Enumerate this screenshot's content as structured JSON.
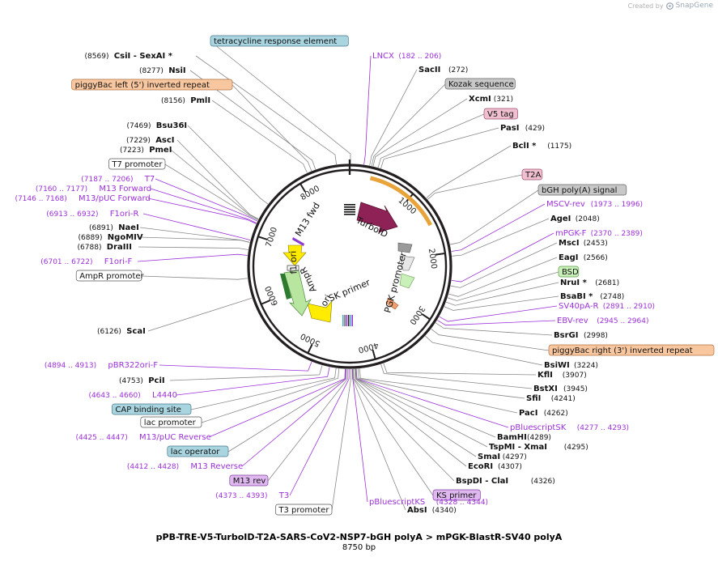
{
  "credit": {
    "prefix": "Created by",
    "brand": "SnapGene"
  },
  "plasmid": {
    "name": "pPB-TRE-V5-TurboID-T2A-SARS-CoV2-NSP7-bGH polyA > mPGK-BlastR-SV40 polyA",
    "length_label": "8750 bp",
    "length": 8750
  },
  "colors": {
    "backbone": "#231f20",
    "site_purple": "#9b30d9",
    "turboid": "#8e2257",
    "orange_arc": "#e8a43a",
    "gray_feature": "#9a9a9a",
    "ampr_green": "#b8e6a0",
    "yellow": "#ffec00",
    "f1ori_purple": "#8a3bd1",
    "salmon": "#f0a070",
    "teal_label": "#a8d5e0",
    "orange_label": "#f9c79f",
    "gray_label": "#c8c8c8",
    "pink_label": "#f0c0d0",
    "green_label": "#c8f0b8",
    "violet_label": "#e0b8f0"
  },
  "ticks": [
    {
      "pos": 1000,
      "label": "1000"
    },
    {
      "pos": 2000,
      "label": "2000"
    },
    {
      "pos": 3000,
      "label": "3000"
    },
    {
      "pos": 4000,
      "label": "4000"
    },
    {
      "pos": 5000,
      "label": "5000"
    },
    {
      "pos": 6000,
      "label": "6000"
    },
    {
      "pos": 7000,
      "label": "7000"
    },
    {
      "pos": 8000,
      "label": "8000"
    }
  ],
  "inner_features": [
    {
      "text": "TurboID",
      "type": "arrow"
    },
    {
      "text": "PGK promoter",
      "type": "promoter"
    },
    {
      "text": "SK primer",
      "type": "primer"
    },
    {
      "text": "ori",
      "type": "ori"
    },
    {
      "text": "AmpR",
      "type": "arrow"
    },
    {
      "text": "f1 ori",
      "type": "ori"
    },
    {
      "text": "M13 fwd",
      "type": "primer"
    }
  ],
  "right_labels": [
    {
      "kind": "box",
      "text": "tetracycline response element",
      "style": "teal"
    },
    {
      "kind": "site",
      "name": "LNCX",
      "coord": "(182 .. 206)"
    },
    {
      "kind": "enzyme",
      "name": "SacII",
      "coord": "(272)"
    },
    {
      "kind": "box",
      "text": "Kozak sequence",
      "style": "gray"
    },
    {
      "kind": "enzyme",
      "name": "XcmI",
      "coord": "(321)"
    },
    {
      "kind": "box",
      "text": "V5 tag",
      "style": "pink"
    },
    {
      "kind": "enzyme",
      "name": "PasI",
      "coord": "(429)"
    },
    {
      "kind": "enzyme",
      "name": "BclI *",
      "coord": "(1175)"
    },
    {
      "kind": "box",
      "text": "T2A",
      "style": "pink"
    },
    {
      "kind": "box",
      "text": "bGH poly(A) signal",
      "style": "gray"
    },
    {
      "kind": "site",
      "name": "MSCV-rev",
      "coord": "(1973 .. 1996)"
    },
    {
      "kind": "enzyme",
      "name": "AgeI",
      "coord": "(2048)"
    },
    {
      "kind": "site",
      "name": "mPGK-F",
      "coord": "(2370 .. 2389)"
    },
    {
      "kind": "enzyme",
      "name": "MscI",
      "coord": "(2453)"
    },
    {
      "kind": "enzyme",
      "name": "EagI",
      "coord": "(2566)"
    },
    {
      "kind": "box",
      "text": "BSD",
      "style": "green"
    },
    {
      "kind": "enzyme",
      "name": "NruI *",
      "coord": "(2681)"
    },
    {
      "kind": "enzyme",
      "name": "BsaBI *",
      "coord": "(2748)"
    },
    {
      "kind": "site",
      "name": "SV40pA-R",
      "coord": "(2891 .. 2910)"
    },
    {
      "kind": "site",
      "name": "EBV-rev",
      "coord": "(2945 .. 2964)"
    },
    {
      "kind": "enzyme",
      "name": "BsrGI",
      "coord": "(2998)"
    },
    {
      "kind": "box",
      "text": "piggyBac right (3') inverted repeat",
      "style": "orange"
    },
    {
      "kind": "enzyme",
      "name": "BsiWI",
      "coord": "(3224)"
    },
    {
      "kind": "enzyme",
      "name": "KflI",
      "coord": "(3907)"
    },
    {
      "kind": "enzyme",
      "name": "BstXI",
      "coord": "(3945)"
    },
    {
      "kind": "enzyme",
      "name": "SfiI",
      "coord": "(4241)"
    },
    {
      "kind": "enzyme",
      "name": "PacI",
      "coord": "(4262)"
    },
    {
      "kind": "site",
      "name": "pBluescriptSK",
      "coord": "(4277 .. 4293)"
    },
    {
      "kind": "enzyme",
      "name": "BamHI",
      "coord": "(4289)"
    },
    {
      "kind": "enzyme",
      "name": "TspMI  -  XmaI",
      "coord": "(4295)"
    },
    {
      "kind": "enzyme",
      "name": "SmaI",
      "coord": "(4297)"
    },
    {
      "kind": "enzyme",
      "name": "EcoRI",
      "coord": "(4307)"
    },
    {
      "kind": "enzyme",
      "name": "BspDI  -  ClaI",
      "coord": "(4326)"
    },
    {
      "kind": "box",
      "text": "KS primer",
      "style": "violet"
    },
    {
      "kind": "enzyme",
      "name": "AbsI",
      "coord": "(4340)"
    },
    {
      "kind": "site",
      "name": "pBluescriptKS",
      "coord": "(4328 .. 4344)"
    }
  ],
  "left_labels": [
    {
      "kind": "enzyme",
      "name": "CsiI  -  SexAI *",
      "coord": "(8569)"
    },
    {
      "kind": "enzyme",
      "name": "NsiI",
      "coord": "(8277)"
    },
    {
      "kind": "box",
      "text": "piggyBac left (5') inverted repeat",
      "style": "orange"
    },
    {
      "kind": "enzyme",
      "name": "PmlI",
      "coord": "(8156)"
    },
    {
      "kind": "enzyme",
      "name": "Bsu36I",
      "coord": "(7469)"
    },
    {
      "kind": "enzyme",
      "name": "AscI",
      "coord": "(7229)"
    },
    {
      "kind": "enzyme",
      "name": "PmeI",
      "coord": "(7223)"
    },
    {
      "kind": "box",
      "text": "T7 promoter",
      "style": "white"
    },
    {
      "kind": "site",
      "name": "T7",
      "coord": "(7187 .. 7206)"
    },
    {
      "kind": "site",
      "name": "M13 Forward",
      "coord": "(7160 .. 7177)"
    },
    {
      "kind": "site",
      "name": "M13/pUC Forward",
      "coord": "(7146 .. 7168)"
    },
    {
      "kind": "site",
      "name": "F1ori-R",
      "coord": "(6913 .. 6932)"
    },
    {
      "kind": "enzyme",
      "name": "NaeI",
      "coord": "(6891)"
    },
    {
      "kind": "enzyme",
      "name": "NgoMIV",
      "coord": "(6889)"
    },
    {
      "kind": "enzyme",
      "name": "DraIII",
      "coord": "(6788)"
    },
    {
      "kind": "site",
      "name": "F1ori-F",
      "coord": "(6701 .. 6722)"
    },
    {
      "kind": "box",
      "text": "AmpR promoter",
      "style": "white"
    },
    {
      "kind": "enzyme",
      "name": "ScaI",
      "coord": "(6126)"
    },
    {
      "kind": "site",
      "name": "pBR322ori-F",
      "coord": "(4894 .. 4913)"
    },
    {
      "kind": "enzyme",
      "name": "PciI",
      "coord": "(4753)"
    },
    {
      "kind": "site",
      "name": "L4440",
      "coord": "(4643 .. 4660)"
    },
    {
      "kind": "box",
      "text": "CAP binding site",
      "style": "teal"
    },
    {
      "kind": "box",
      "text": "lac promoter",
      "style": "white"
    },
    {
      "kind": "site",
      "name": "M13/pUC Reverse",
      "coord": "(4425 .. 4447)"
    },
    {
      "kind": "box",
      "text": "lac operator",
      "style": "teal"
    },
    {
      "kind": "site",
      "name": "M13 Reverse",
      "coord": "(4412 .. 4428)"
    },
    {
      "kind": "box",
      "text": "M13 rev",
      "style": "violet"
    },
    {
      "kind": "site",
      "name": "T3",
      "coord": "(4373 .. 4393)"
    },
    {
      "kind": "box",
      "text": "T3 promoter",
      "style": "white"
    }
  ]
}
